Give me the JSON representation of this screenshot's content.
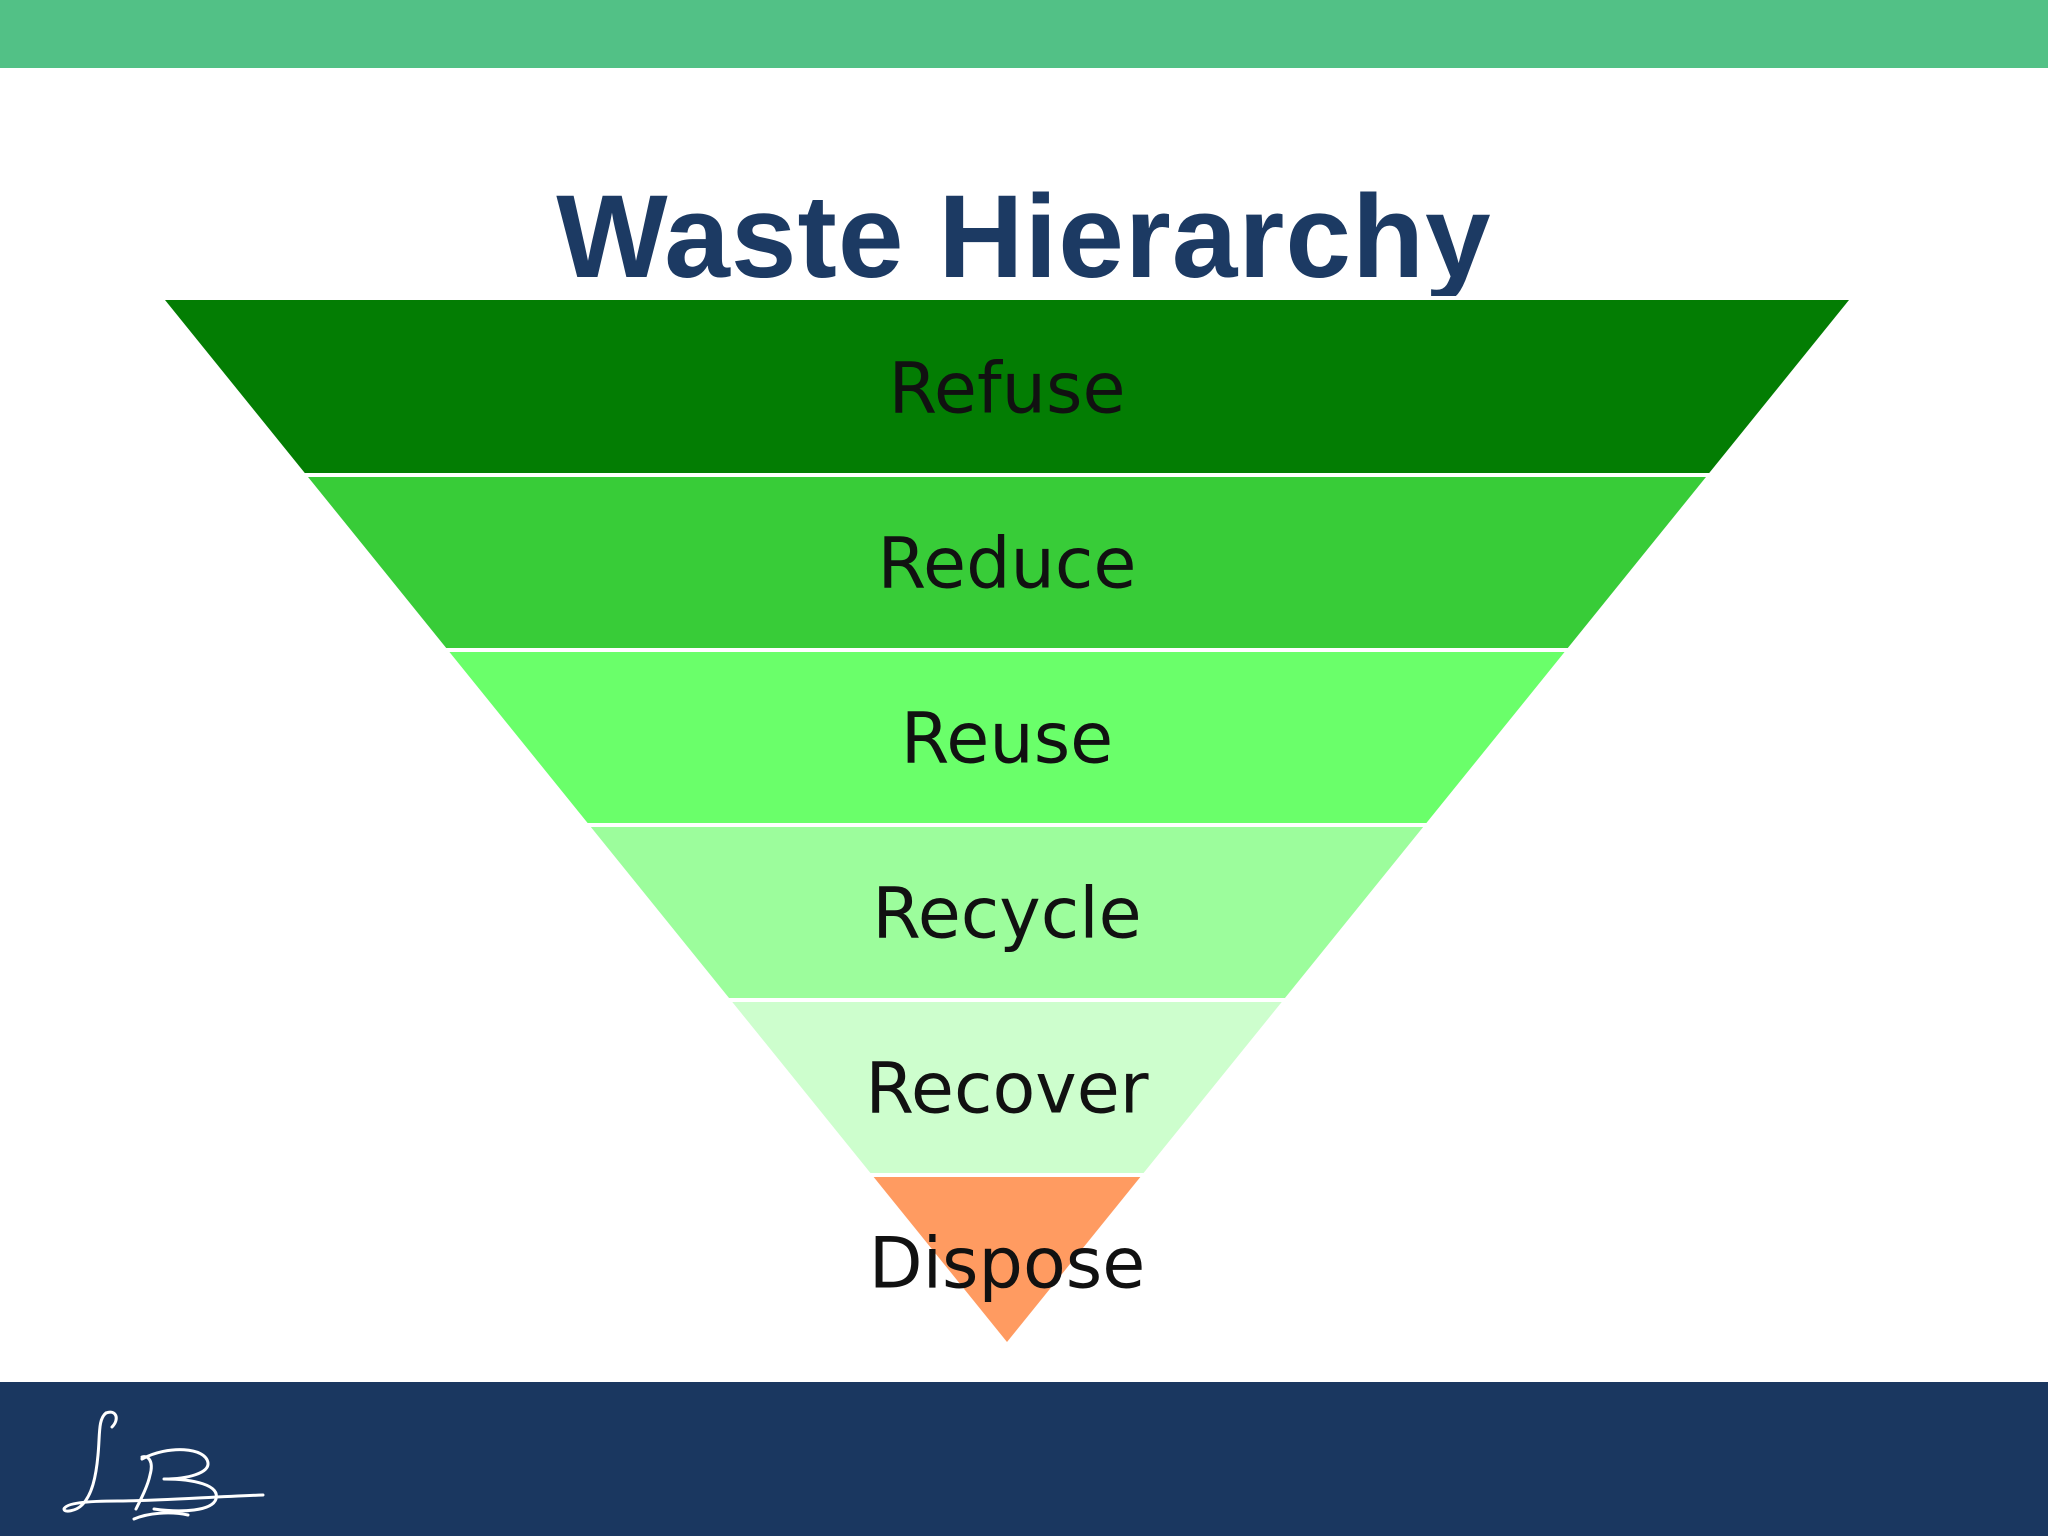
{
  "slide": {
    "title": "Waste Hierarchy"
  },
  "colors": {
    "top_bar": "#52c186",
    "title": "#1c3a63",
    "footer": "#1a3760",
    "separator": "#ffffff",
    "label_text": "#111111",
    "logo_stroke": "#ffffff"
  },
  "hierarchy": {
    "levels": [
      {
        "label": "Refuse",
        "color": "#037d03"
      },
      {
        "label": "Reduce",
        "color": "#38cc38"
      },
      {
        "label": "Reuse",
        "color": "#6aff6a"
      },
      {
        "label": "Recycle",
        "color": "#9cfd9c"
      },
      {
        "label": "Recover",
        "color": "#cdfecd"
      },
      {
        "label": "Dispose",
        "color": "#ff9b61"
      }
    ]
  },
  "logo": {
    "name": "LB monogram"
  }
}
